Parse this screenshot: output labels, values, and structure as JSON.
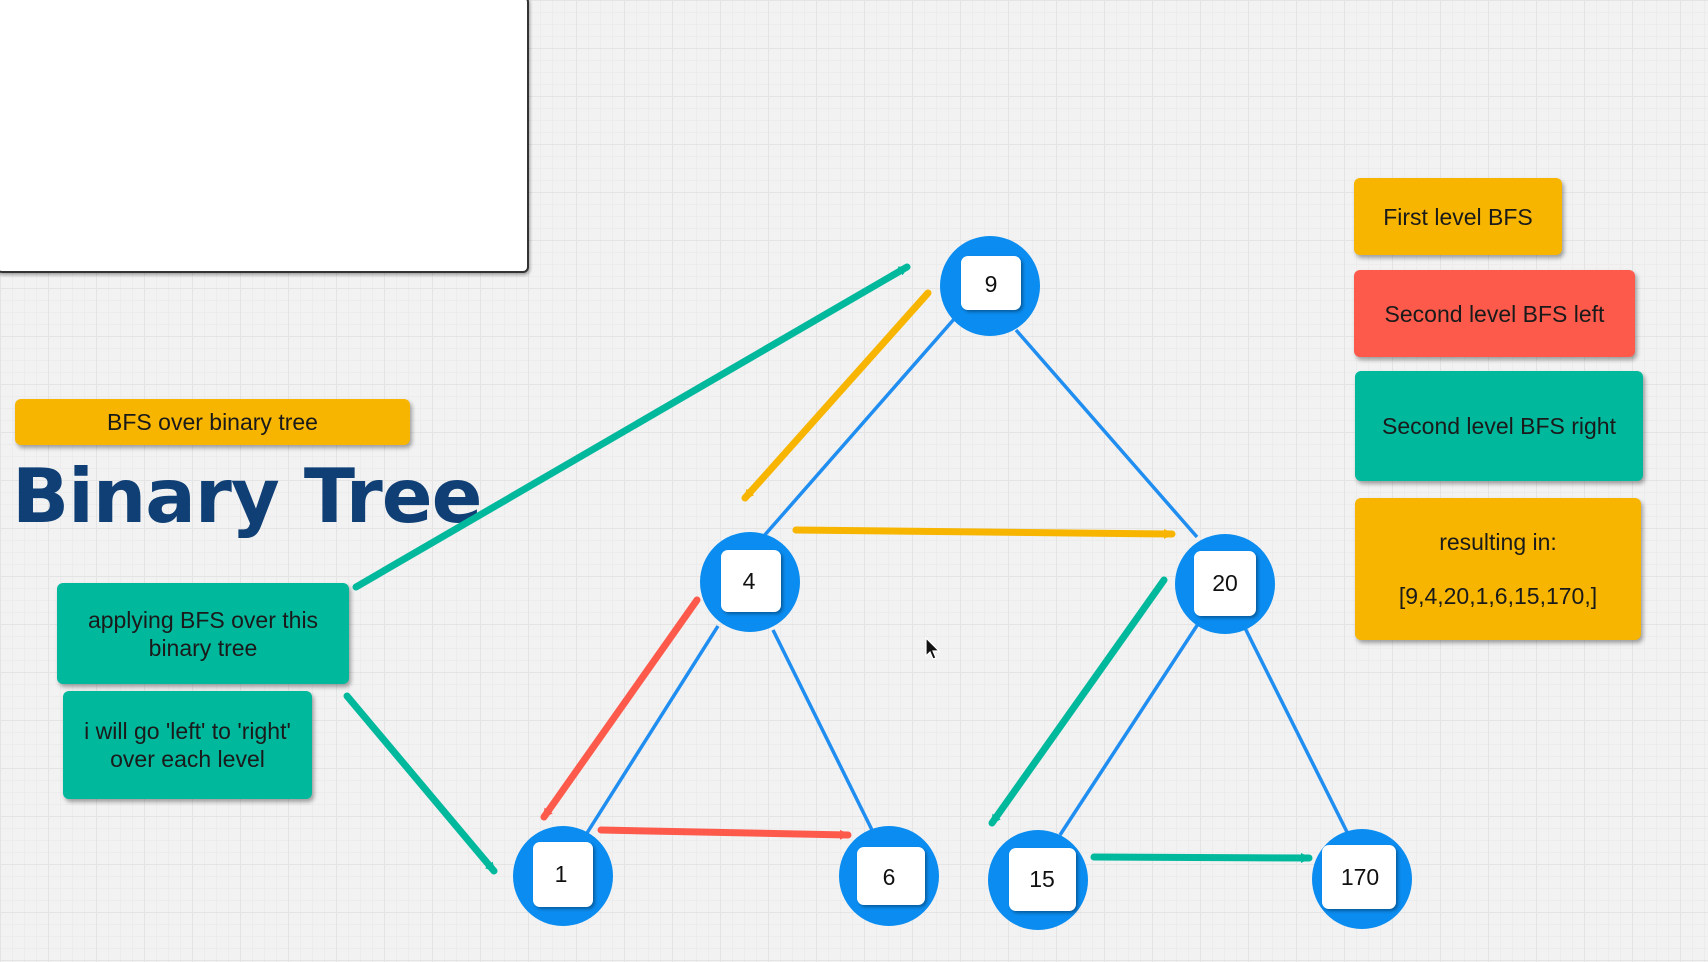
{
  "title": "Binary Tree",
  "subtitle_tag": "BFS over binary tree",
  "notes": {
    "applying": "applying BFS over this binary tree",
    "left_right": "i will go 'left' to 'right' over each level"
  },
  "legend": {
    "first_level": "First level BFS",
    "second_left": "Second level BFS left",
    "second_right": "Second level BFS right",
    "result_label": "resulting in:",
    "result_value": "[9,4,20,1,6,15,170,]"
  },
  "tree": {
    "nodes": [
      "9",
      "4",
      "20",
      "1",
      "6",
      "15",
      "170"
    ]
  },
  "colors": {
    "node_blue": "#0a8cf0",
    "edge_blue": "#1f8ef0",
    "yellow": "#f7b500",
    "red": "#fd5a4b",
    "teal": "#00b89c",
    "title_navy": "#0f3f75"
  }
}
